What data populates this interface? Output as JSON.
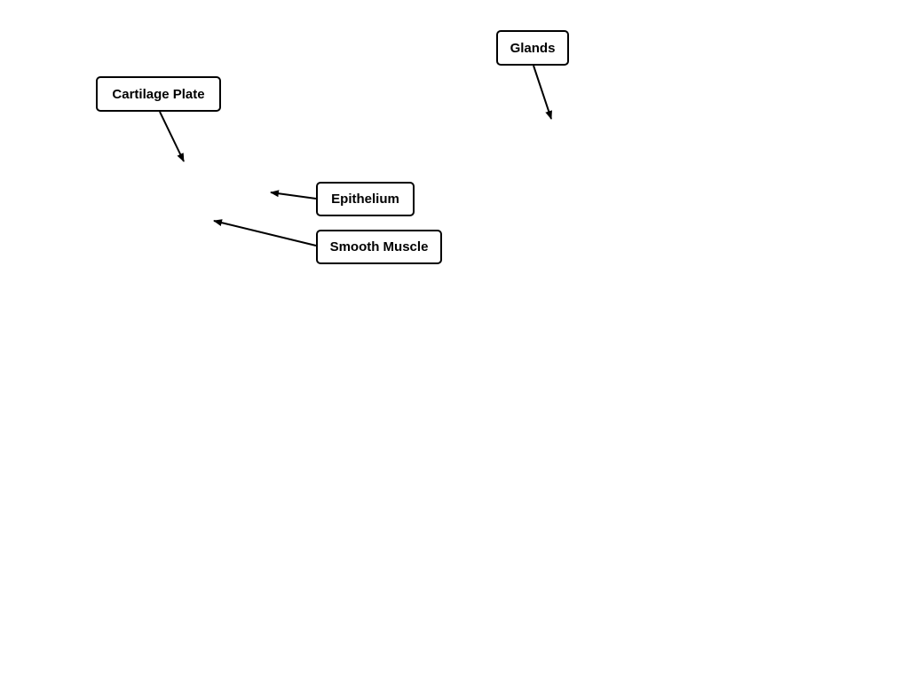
{
  "labels": {
    "glands": "Glands",
    "cartilage_plate": "Cartilage Plate",
    "epithelium": "Epithelium",
    "smooth_muscle": "Smooth Muscle"
  },
  "colors": {
    "stroke": "#000000",
    "background": "#ffffff"
  }
}
